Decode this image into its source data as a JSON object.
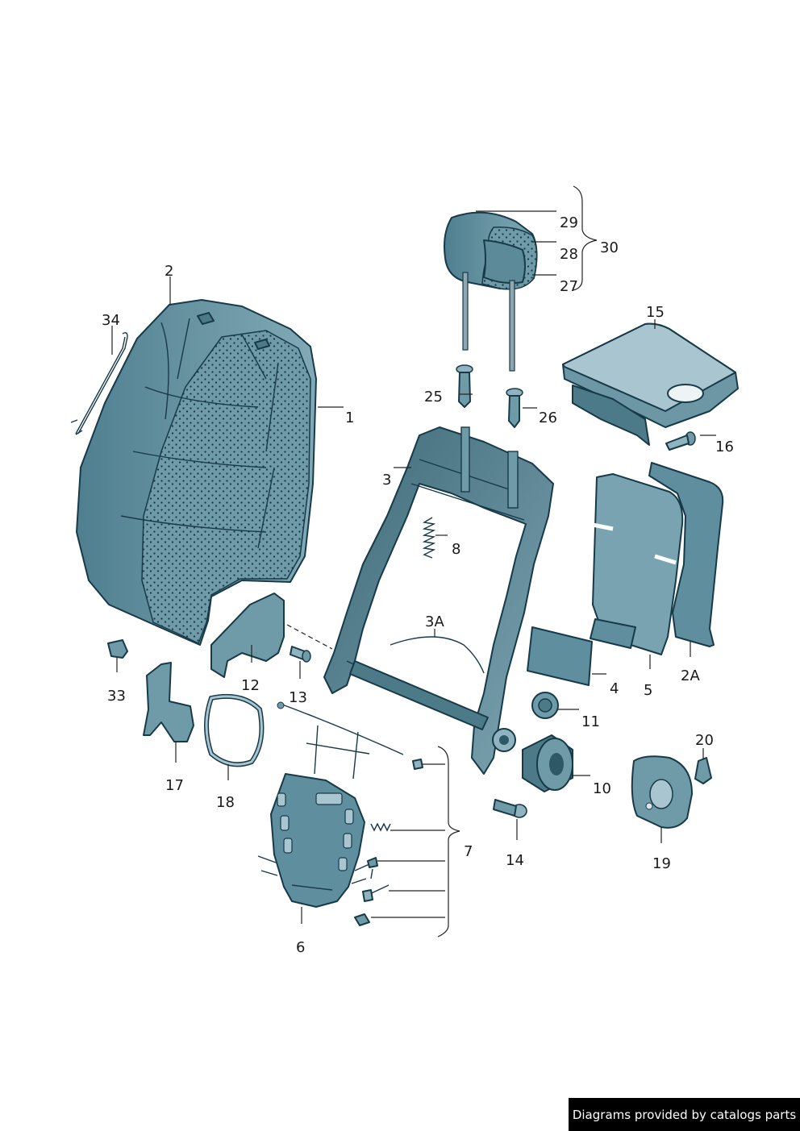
{
  "labels": {
    "p1": "1",
    "p2": "2",
    "p2A": "2A",
    "p3": "3",
    "p3A": "3A",
    "p4": "4",
    "p5": "5",
    "p6": "6",
    "p7": "7",
    "p8": "8",
    "p10": "10",
    "p11": "11",
    "p12": "12",
    "p13": "13",
    "p14": "14",
    "p15": "15",
    "p16": "16",
    "p17": "17",
    "p18": "18",
    "p19": "19",
    "p20": "20",
    "p25": "25",
    "p26": "26",
    "p27": "27",
    "p28": "28",
    "p29": "29",
    "p30": "30",
    "p33": "33",
    "p34": "34"
  },
  "footer": {
    "text": "Diagrams provided by catalogs parts"
  },
  "colors": {
    "part_fill": "#5f8e9e",
    "part_light": "#8fb4c0",
    "part_dark": "#2f5866",
    "outline": "#173a48",
    "leader": "#222222",
    "footer_bg": "#000000",
    "footer_text": "#ffffff"
  }
}
